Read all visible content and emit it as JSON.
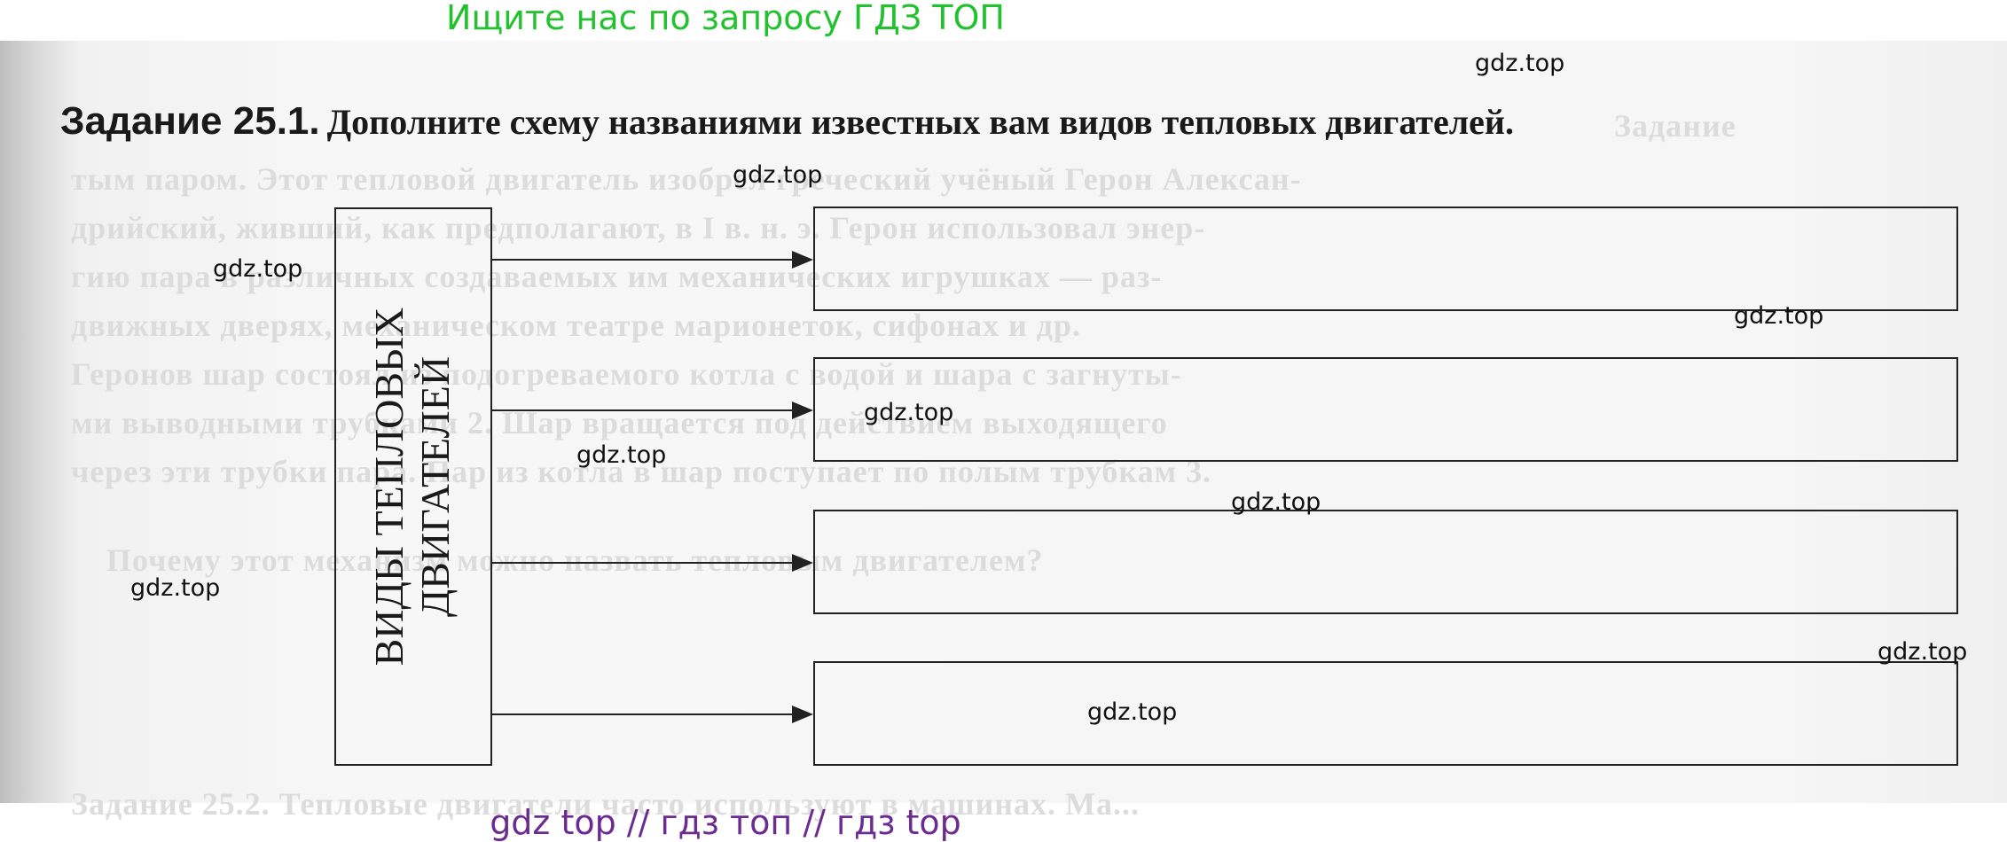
{
  "header": {
    "search_hint": "Ищите нас по запросу ГДЗ ТОП"
  },
  "task": {
    "number": "Задание 25.1.",
    "instruction": "Дополните схему названиями известных вам видов тепловых двигателей."
  },
  "scheme": {
    "main_box_label": "ВИДЫ ТЕПЛОВЫХ ДВИГАТЕЛЕЙ",
    "answer_boxes": [
      "",
      "",
      "",
      ""
    ]
  },
  "watermarks": [
    "gdz.top",
    "gdz.top",
    "gdz.top",
    "gdz.top",
    "gdz.top",
    "gdz.top",
    "gdz.top",
    "gdz.top",
    "gdz.top"
  ],
  "footer": {
    "links": "gdz top  //  гдз топ  //  гдз top"
  },
  "colors": {
    "header_link": "#22c22e",
    "footer_link": "#6b2b91",
    "ink": "#222222"
  }
}
